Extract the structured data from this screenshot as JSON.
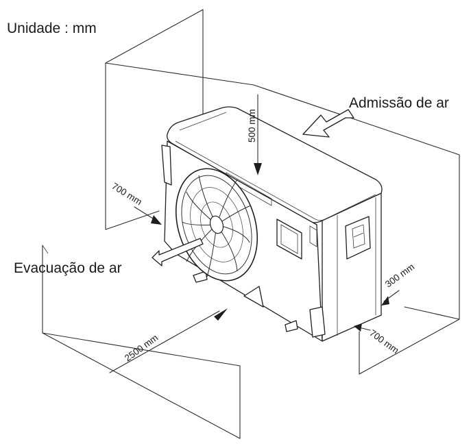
{
  "diagram": {
    "unit_label": "Unidade : mm",
    "air_intake_label": "Admissão de ar",
    "air_exhaust_label": "Evacuação de ar",
    "dimensions": {
      "top_clearance": "500 mm",
      "left_clearance": "700 mm",
      "front_clearance": "2500 mm",
      "back_clearance": "300 mm",
      "right_clearance": "700 mm"
    }
  }
}
